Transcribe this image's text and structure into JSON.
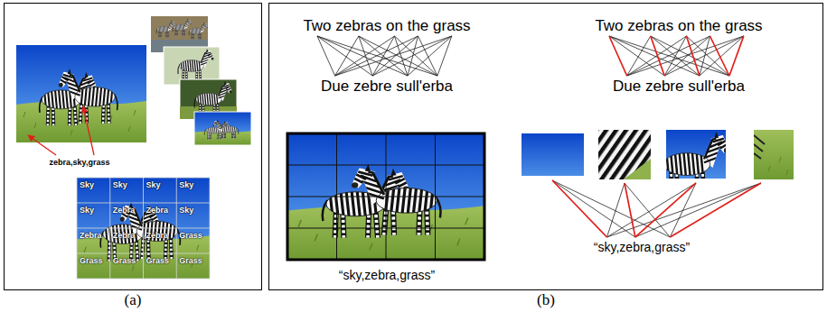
{
  "diagram": {
    "nodes": [
      {
        "text": [
          "(a)"
        ]
      },
      {
        "text": [
          "(b)"
        ]
      }
    ],
    "labels": [
      "zebra,sky,grass",
      "Sky",
      "Sky",
      "Sky",
      "Sky",
      "Sky",
      "Zebra",
      "Zebra",
      "Sky",
      "Zebra",
      "Zebra",
      "Zebra",
      "Grass",
      "Grass",
      "Grass",
      "Grass",
      "Grass",
      "Two zebras on the grass",
      "Due zebre sull'erba",
      "“sky,zebra,grass”",
      "Two zebras on the grass",
      "Due zebre sull'erba",
      "“sky,zebra,grass”"
    ]
  }
}
